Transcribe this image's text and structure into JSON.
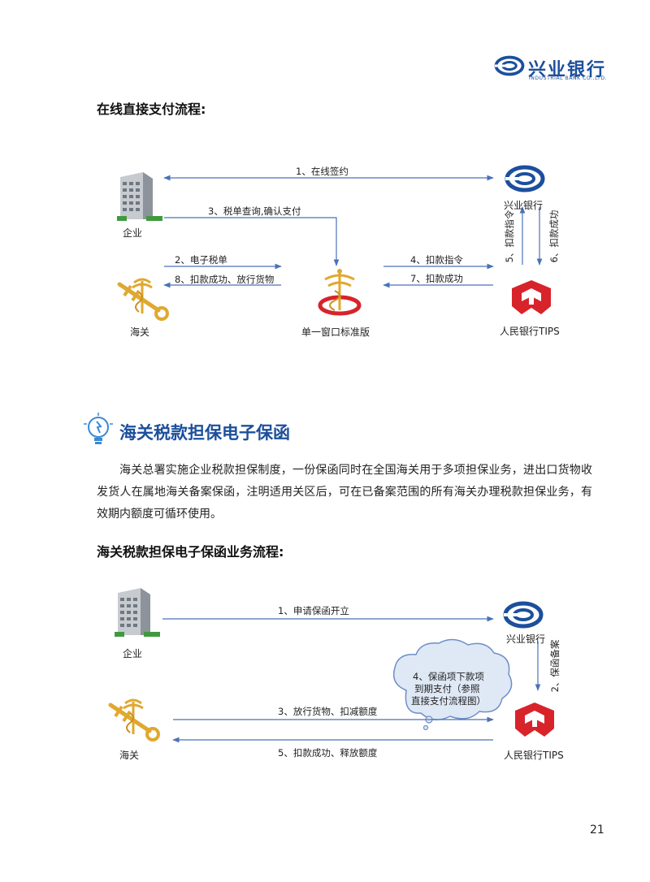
{
  "header": {
    "bank_name": "兴业银行",
    "bank_name_en": "INDUSTRIAL BANK CO.,LTD."
  },
  "section1": {
    "title": "在线直接支付流程:",
    "nodes": {
      "company": "企业",
      "customs": "海关",
      "single_window": "单一窗口标准版",
      "bank": "兴业银行",
      "tips": "人民银行TIPS"
    },
    "steps": {
      "s1": "1、在线签约",
      "s2": "2、电子税单",
      "s3": "3、税单查询,确认支付",
      "s4": "4、扣款指令",
      "s5": "5、扣款指令",
      "s6": "6、扣款成功",
      "s7": "7、扣款成功",
      "s8": "8、扣款成功、放行货物"
    }
  },
  "section2": {
    "heading": "海关税款担保电子保函",
    "paragraph": "海关总署实施企业税款担保制度，一份保函同时在全国海关用于多项担保业务，进出口货物收发货人在属地海关备案保函，注明适用关区后，可在已备案范围的所有海关办理税款担保业务，有效期内额度可循环使用。",
    "flow_title": "海关税款担保电子保函业务流程:",
    "nodes": {
      "company": "企业",
      "customs": "海关",
      "bank": "兴业银行",
      "tips": "人民银行TIPS"
    },
    "steps": {
      "s1": "1、申请保函开立",
      "s2": "2、保函备案",
      "s3": "3、放行货物、扣减额度",
      "s4_l1": "4、保函项下款项",
      "s4_l2": "到期支付（参照",
      "s4_l3": "直接支付流程图）",
      "s5": "5、扣款成功、释放额度"
    }
  },
  "footer": {
    "page_number": "21"
  },
  "colors": {
    "brand_blue": "#1c4f9c",
    "arrow_blue": "#4a72b8",
    "pboc_red": "#d8232a",
    "customs_gold": "#e0a82e",
    "building_gray": "#9aa0a6",
    "cloud_fill": "#dfe8f5"
  }
}
